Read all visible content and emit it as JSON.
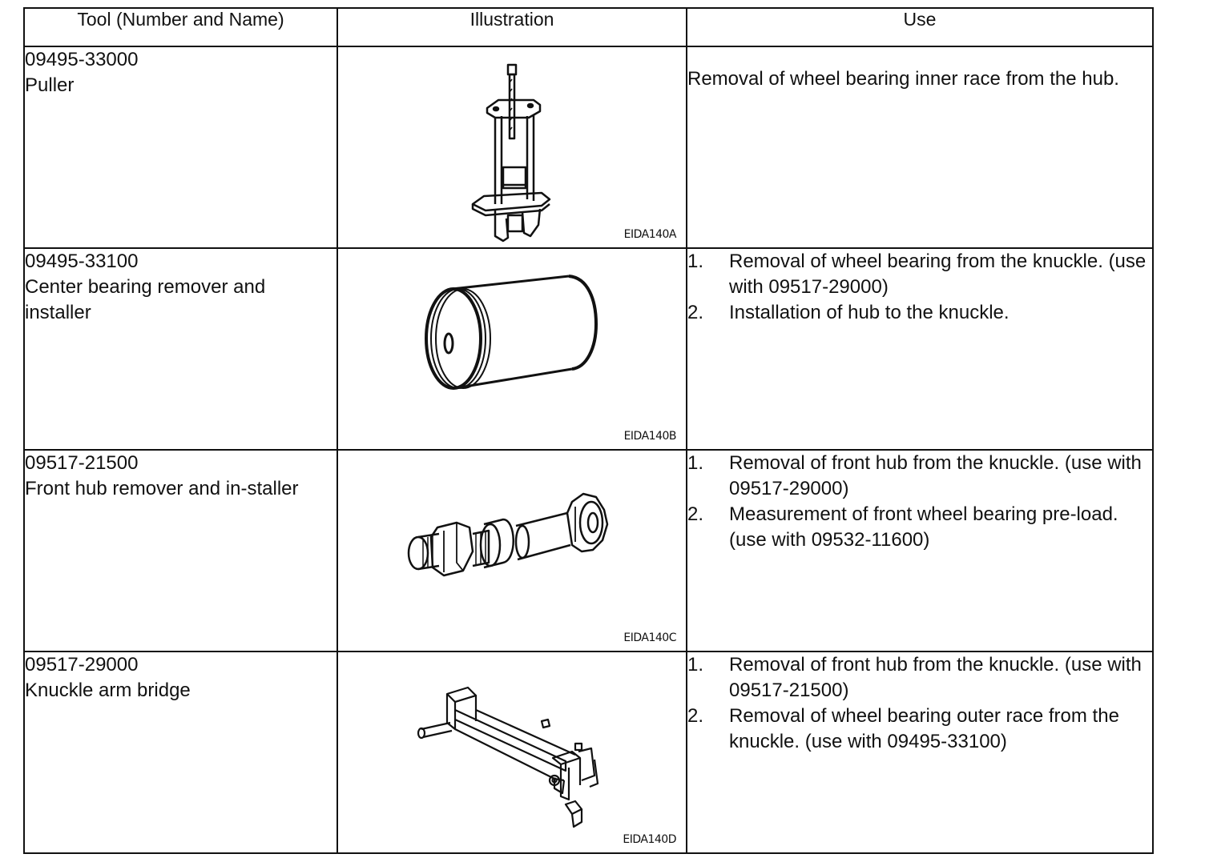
{
  "headers": {
    "tool": "Tool (Number and Name)",
    "illustration": "Illustration",
    "use": "Use"
  },
  "rows": [
    {
      "number": "09495-33000",
      "name": "Puller",
      "icon": "puller-icon",
      "ref": "EIDA140A",
      "use": "Removal of wheel bearing inner race from the hub."
    },
    {
      "number": "09495-33100",
      "name": "Center bearing remover and installer",
      "icon": "bearing-remover-icon",
      "ref": "EIDA140B",
      "uses": [
        {
          "num": "1.",
          "text": "Removal of wheel bearing from the knuckle. (use with 09517-29000)"
        },
        {
          "num": "2.",
          "text": "Installation of hub to the knuckle."
        }
      ]
    },
    {
      "number": "09517-21500",
      "name": "Front hub remover and in-staller",
      "icon": "hub-remover-icon",
      "ref": "EIDA140C",
      "uses": [
        {
          "num": "1.",
          "text": "Removal of front hub from the knuckle. (use with 09517-29000)"
        },
        {
          "num": "2.",
          "text": "Measurement of front wheel bearing pre-load. (use with 09532-11600)"
        }
      ]
    },
    {
      "number": "09517-29000",
      "name": "Knuckle arm bridge",
      "icon": "knuckle-bridge-icon",
      "ref": "EIDA140D",
      "uses": [
        {
          "num": "1.",
          "text": "Removal of front hub from the knuckle. (use with 09517-21500)"
        },
        {
          "num": "2.",
          "text": "Removal of wheel bearing outer race from the knuckle. (use with 09495-33100)"
        }
      ]
    }
  ]
}
